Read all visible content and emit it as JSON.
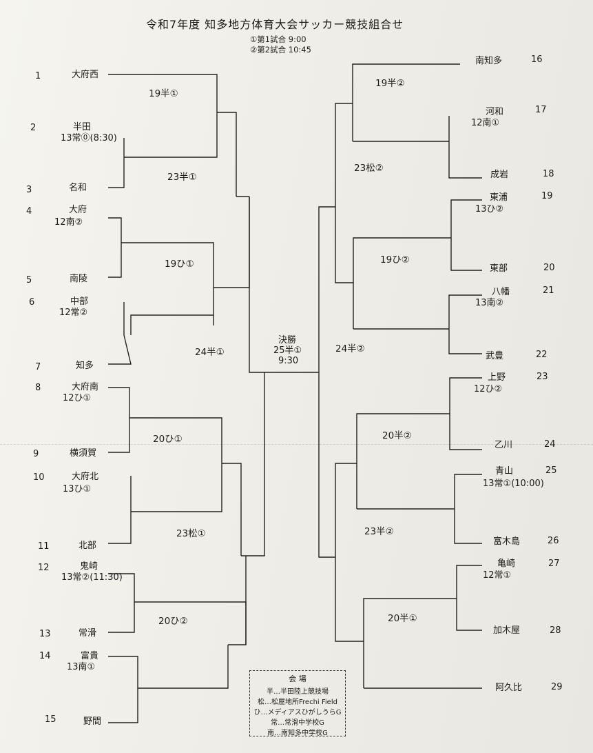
{
  "title": "令和7年度 知多地方体育大会サッカー競技組合せ",
  "schedule": [
    "①第1試合 9:00",
    "②第2試合 10:45"
  ],
  "teams_left": [
    {
      "num": "1",
      "name": "大府西"
    },
    {
      "num": "2",
      "name": "半田",
      "note": "13常⓪(8:30)"
    },
    {
      "num": "3",
      "name": "名和"
    },
    {
      "num": "4",
      "name": "大府",
      "note": "12南②"
    },
    {
      "num": "5",
      "name": "南陵"
    },
    {
      "num": "6",
      "name": "中部",
      "note": "12常②"
    },
    {
      "num": "7",
      "name": "知多"
    },
    {
      "num": "8",
      "name": "大府南",
      "note": "12ひ①"
    },
    {
      "num": "9",
      "name": "横須賀"
    },
    {
      "num": "10",
      "name": "大府北",
      "note": "13ひ①"
    },
    {
      "num": "11",
      "name": "北部"
    },
    {
      "num": "12",
      "name": "鬼崎",
      "note": "13常②(11:30)"
    },
    {
      "num": "13",
      "name": "常滑"
    },
    {
      "num": "14",
      "name": "富貴",
      "note": "13南①"
    },
    {
      "num": "15",
      "name": "野間"
    }
  ],
  "teams_right": [
    {
      "num": "16",
      "name": "南知多"
    },
    {
      "num": "17",
      "name": "河和",
      "note": "12南①"
    },
    {
      "num": "18",
      "name": "成岩"
    },
    {
      "num": "19",
      "name": "東浦",
      "note": "13ひ②"
    },
    {
      "num": "20",
      "name": "東部"
    },
    {
      "num": "21",
      "name": "八幡",
      "note": "13南②"
    },
    {
      "num": "22",
      "name": "武豊"
    },
    {
      "num": "23",
      "name": "上野",
      "note": "12ひ②"
    },
    {
      "num": "24",
      "name": "乙川"
    },
    {
      "num": "25",
      "name": "青山",
      "note": "13常①(10:00)"
    },
    {
      "num": "26",
      "name": "富木島"
    },
    {
      "num": "27",
      "name": "亀崎",
      "note": "12常①"
    },
    {
      "num": "28",
      "name": "加木屋"
    },
    {
      "num": "29",
      "name": "阿久比"
    }
  ],
  "matches_left": [
    "19半①",
    "23半①",
    "19ひ①",
    "24半①",
    "20ひ①",
    "23松①",
    "20ひ②"
  ],
  "matches_right": [
    "19半②",
    "23松②",
    "19ひ②",
    "24半②",
    "20半②",
    "23半②",
    "20半①"
  ],
  "final": {
    "label": "決勝",
    "code": "25半①",
    "time": "9:30"
  },
  "venue": {
    "title": "会 場",
    "items": [
      "半…半田陸上競技場",
      "松…松屋地所Frechi Field",
      "ひ…メディアスひがしうらG",
      "常…常滑中学校G",
      "南…南知多中学校G"
    ]
  }
}
